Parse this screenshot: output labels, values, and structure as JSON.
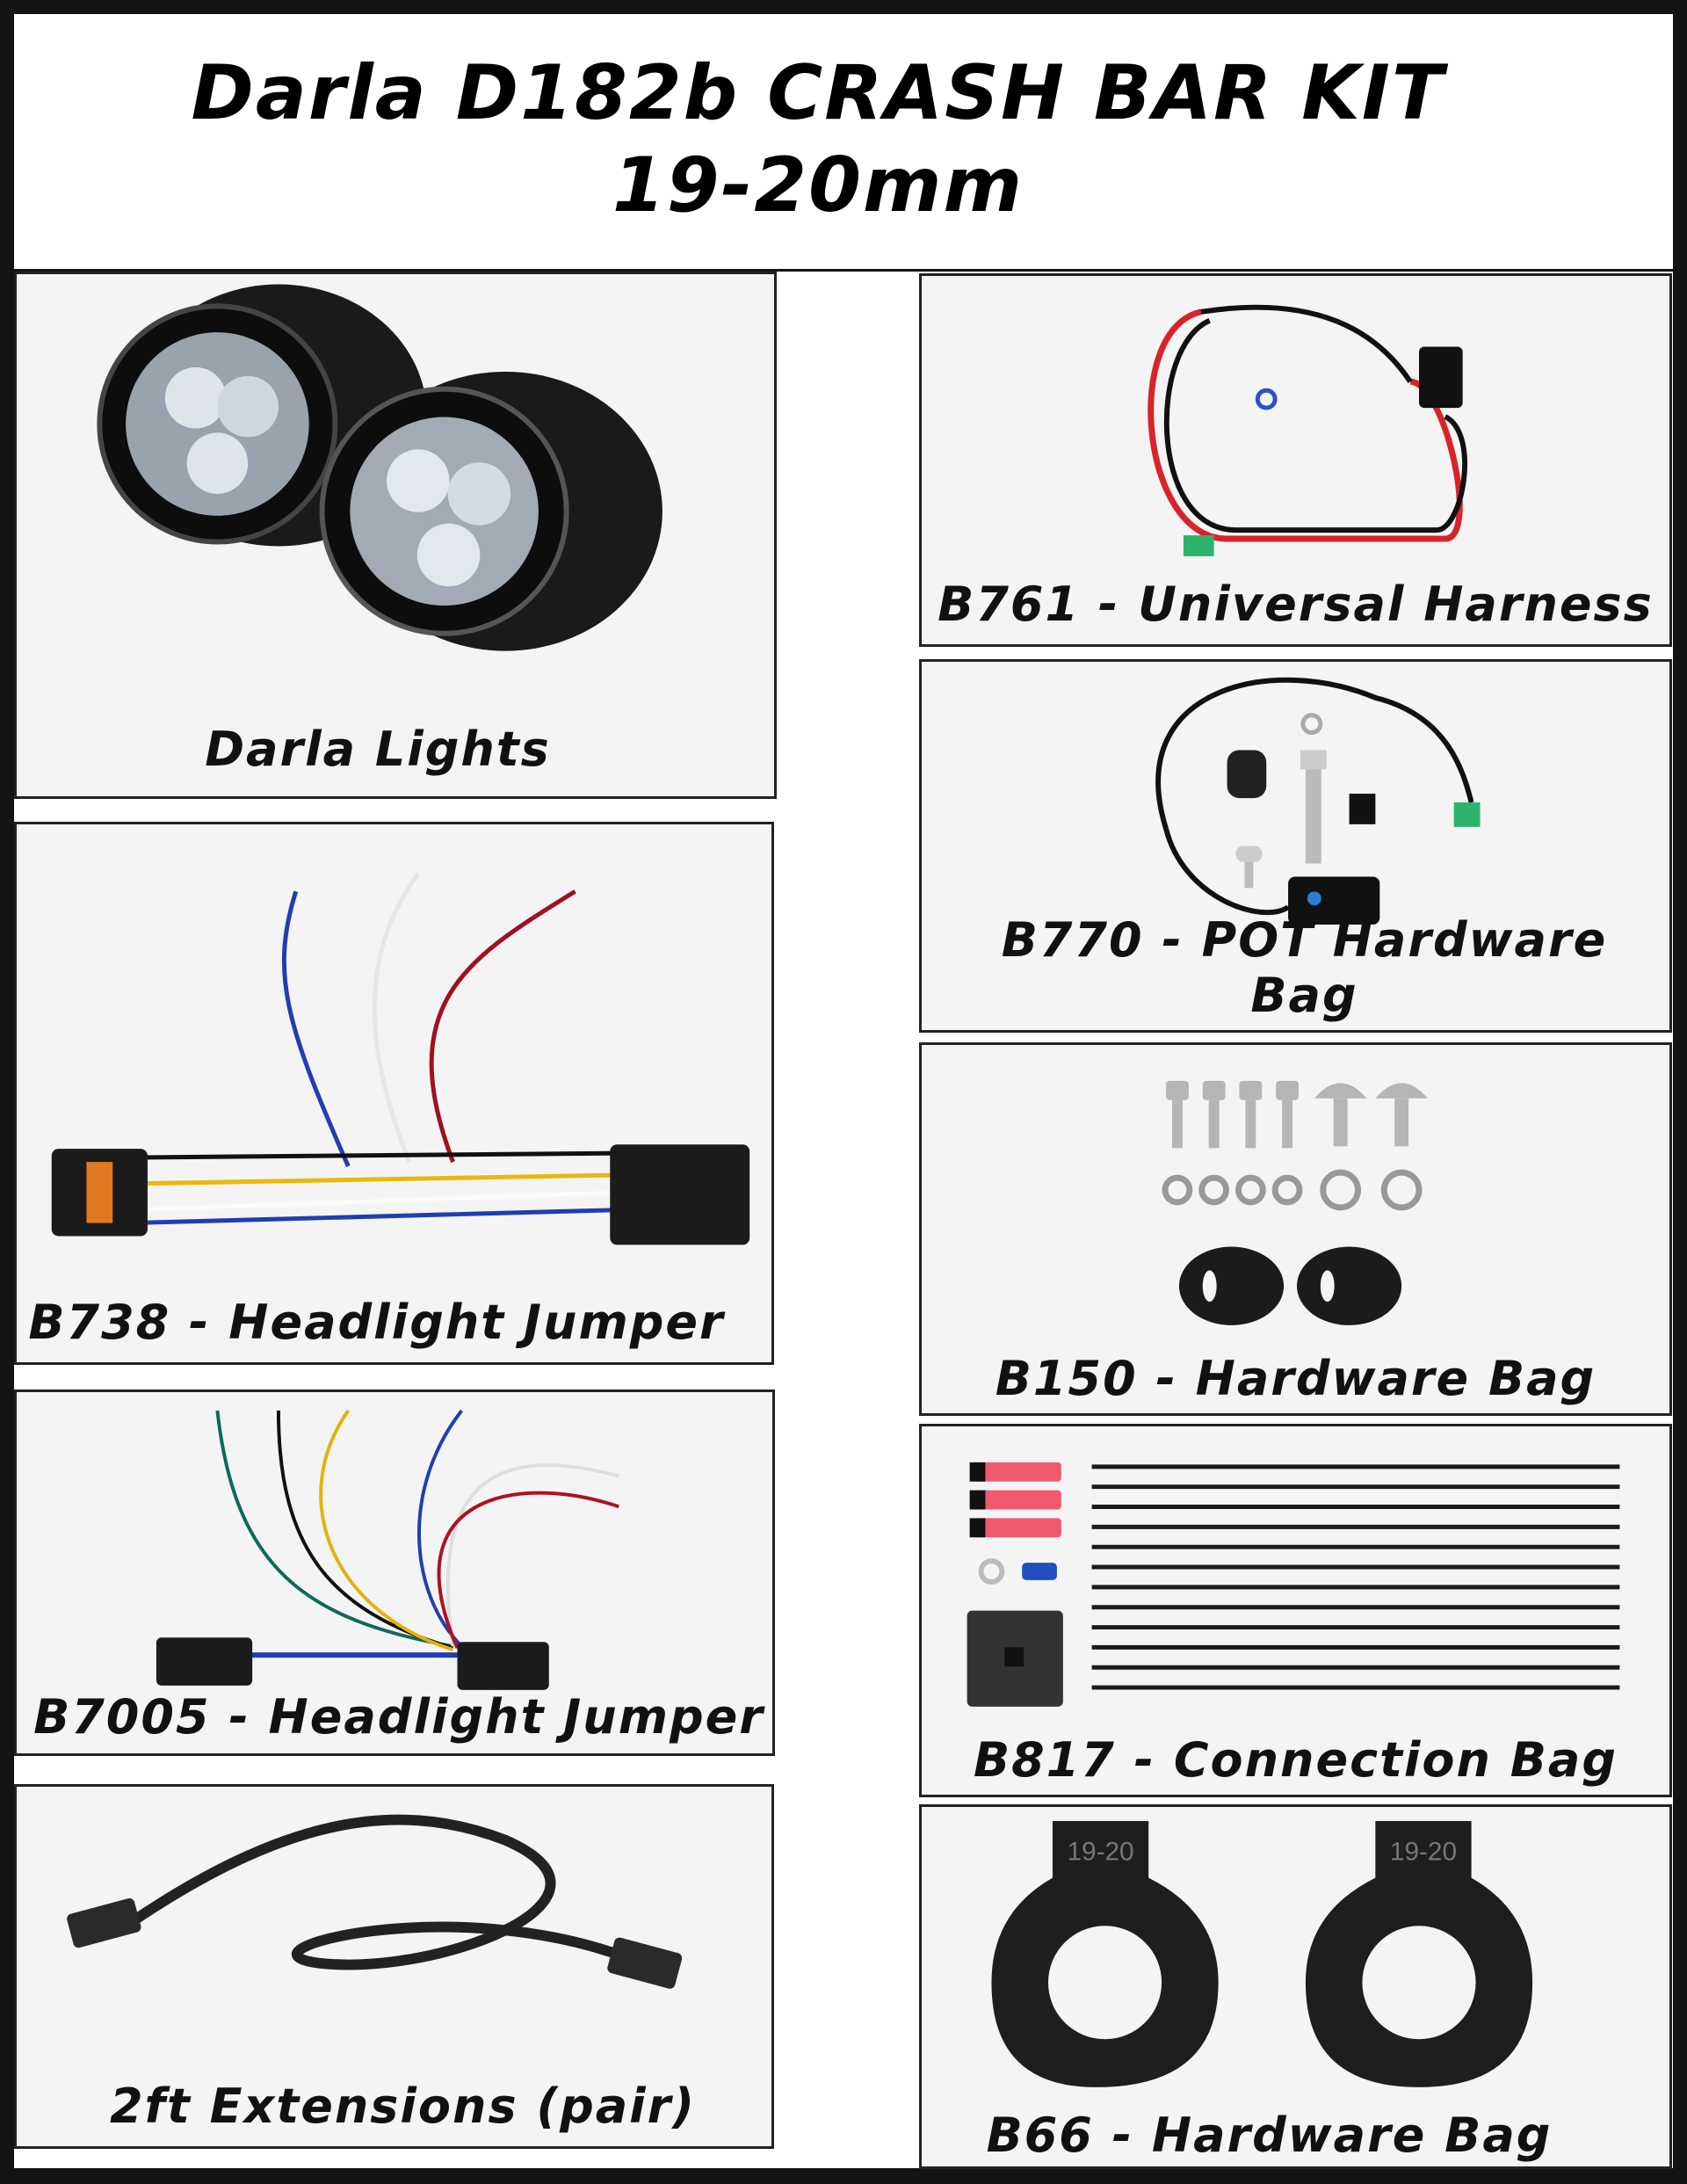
{
  "title": {
    "line1": "Darla D182b CRASH BAR KIT",
    "line2": "19-20mm"
  },
  "panels": {
    "darla_lights": "Darla Lights",
    "b738": "B738 - Headlight Jumper",
    "b7005": "B7005 - Headlight Jumper",
    "extensions": "2ft Extensions (pair)",
    "b761": "B761 - Universal Harness",
    "b770": "B770 - POT Hardware Bag",
    "b150": "B150 - Hardware Bag",
    "b817": "B817 - Connection Bag",
    "b66": "B66 - Hardware Bag"
  },
  "clamp_label": "19-20"
}
